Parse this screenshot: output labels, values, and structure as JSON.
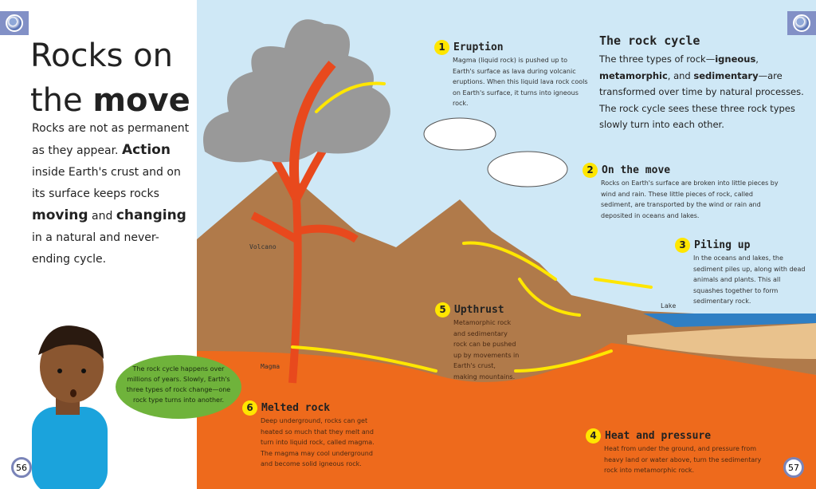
{
  "left_page": {
    "title_part1": "Rocks",
    "title_part2": " on",
    "title_part3": "the ",
    "title_part4": "move",
    "intro": [
      "Rocks are not as permanent as they appear. ",
      "Action",
      " inside Earth's crust and on its surface keeps rocks ",
      "moving",
      " and ",
      "changing",
      " in a natural and never-ending cycle."
    ],
    "speech": "The rock cycle happens over millions of years. Slowly, Earth's three types of rock change—one rock type turns into another.",
    "page_number": "56"
  },
  "right_page": {
    "page_number": "57",
    "cycle_title": "The rock cycle",
    "cycle_text": [
      "The three types of rock—",
      "igneous",
      ", ",
      "metamorphic",
      ", and ",
      "sedimentary",
      "—are transformed over time by natural processes. The rock cycle sees these three rock types slowly turn into each other."
    ],
    "labels": {
      "volcano": "Volcano",
      "magma": "Magma",
      "lake": "Lake"
    },
    "steps": [
      {
        "n": "1",
        "title": "Eruption",
        "text": "Magma (liquid rock) is pushed up to Earth's surface as lava during volcanic eruptions. When this liquid lava rock cools on Earth's surface, it turns into igneous rock."
      },
      {
        "n": "2",
        "title": "On the move",
        "text": "Rocks on Earth's surface are broken into little pieces by wind and rain. These little pieces of rock, called sediment, are transported by the wind or rain and deposited in oceans and lakes."
      },
      {
        "n": "3",
        "title": "Piling up",
        "text": "In the oceans and lakes, the sediment piles up, along with dead animals and plants. This all squashes together to form sedimentary rock."
      },
      {
        "n": "4",
        "title": "Heat and pressure",
        "text": "Heat from under the ground, and pressure from heavy land or water above, turn the sedimentary rock into metamorphic rock."
      },
      {
        "n": "5",
        "title": "Upthrust",
        "text": "Metamorphic rock and sedimentary rock can be pushed up by movements in Earth's crust, making mountains."
      },
      {
        "n": "6",
        "title": "Melted rock",
        "text": "Deep underground, rocks can get heated so much that they melt and turn into liquid rock, called magma. The magma may cool underground and become solid igneous rock."
      }
    ]
  },
  "colors": {
    "sky": "#cfe8f6",
    "rock": "#b07a4a",
    "magma": "#ee6a1c",
    "lava": "#e8491d",
    "sea": "#2f7fc4",
    "arrow": "#ffe600",
    "bubble": "#6fb33b"
  }
}
